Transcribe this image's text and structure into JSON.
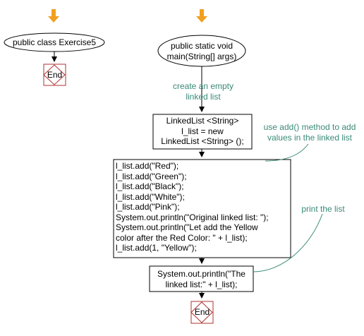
{
  "class_node": {
    "label": "public class Exercise5"
  },
  "class_end": {
    "label": "End"
  },
  "main_node": {
    "line1": "public static void",
    "line2": "main(String[] args)"
  },
  "notes": {
    "create_list": {
      "line1": "create an empty",
      "line2": "linked list"
    },
    "add_values": {
      "line1": "use add() method to add",
      "line2": "values in the linked list"
    },
    "print_list": {
      "line1": "print the list"
    }
  },
  "declare_box": {
    "line1": "LinkedList <String>",
    "line2": "l_list = new",
    "line3": "LinkedList <String> ();"
  },
  "add_box": {
    "lines": [
      "l_list.add(\"Red\");",
      "l_list.add(\"Green\");",
      "l_list.add(\"Black\");",
      "l_list.add(\"White\");",
      "l_list.add(\"Pink\");",
      "System.out.println(\"Original linked list: \");",
      "System.out.println(\"Let add the Yellow",
      "color after the Red Color: \" + l_list);",
      "l_list.add(1, \"Yellow\");"
    ]
  },
  "print_box": {
    "line1": "System.out.println(\"The",
    "line2": "linked list:\" + l_list);"
  },
  "main_end": {
    "label": "End"
  },
  "colors": {
    "arrow_orange": "#f0a020",
    "end_red": "#b03030",
    "note_green": "#3a8a78",
    "stroke": "#000000"
  }
}
